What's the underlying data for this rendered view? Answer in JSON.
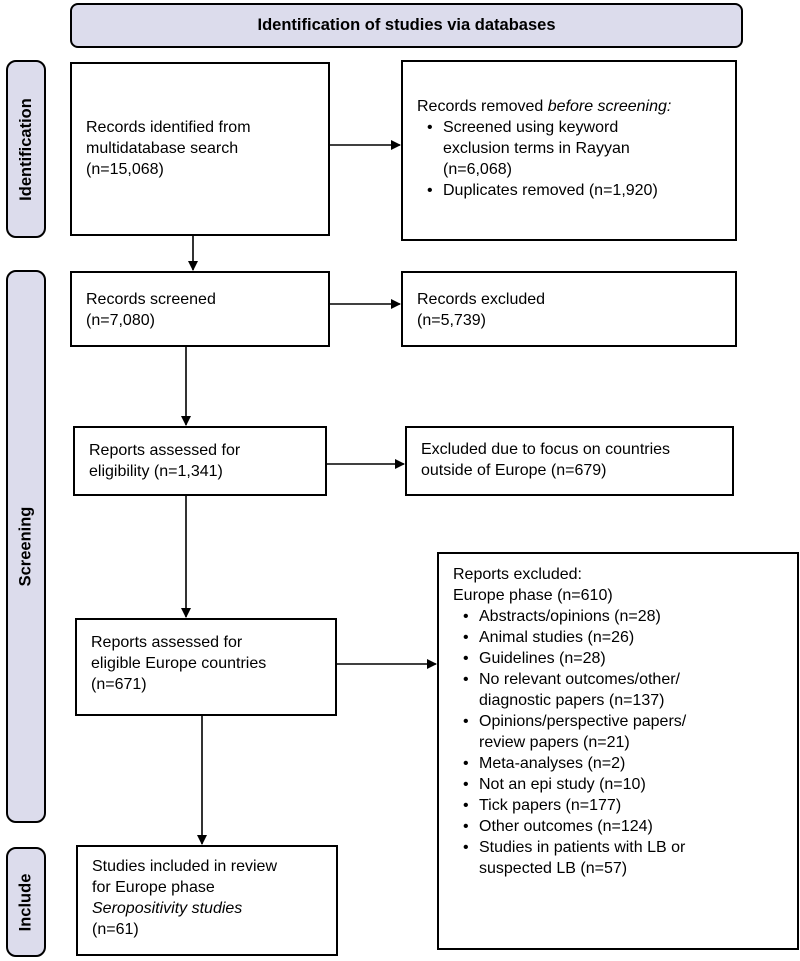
{
  "header": {
    "title": "Identification of studies via databases"
  },
  "phases": {
    "identification": "Identification",
    "screening": "Screening",
    "include": "Include"
  },
  "identified": {
    "line1": "Records identified from",
    "line2": "multidatabase search",
    "line3": "(n=15,068)"
  },
  "removed": {
    "title_prefix": "Records removed ",
    "title_emph": "before screening:",
    "items": [
      {
        "line1": "Screened using keyword",
        "line2": "exclusion terms in Rayyan",
        "line3": "(n=6,068)"
      },
      {
        "line1": "Duplicates removed (n=1,920)"
      }
    ]
  },
  "screened": {
    "line1": "Records screened",
    "line2": "(n=7,080)"
  },
  "excluded": {
    "line1": "Records excluded",
    "line2": "(n=5,739)"
  },
  "assessed": {
    "line1": "Reports assessed for",
    "line2": "eligibility (n=1,341)"
  },
  "excluded_countries": {
    "line1": "Excluded due to focus on countries",
    "line2": "outside of Europe (n=679)"
  },
  "assessed_europe": {
    "line1": "Reports assessed for",
    "line2": "eligible Europe countries",
    "line3": "(n=671)"
  },
  "reports_excluded": {
    "title": "Reports excluded:",
    "subtitle": "Europe phase (n=610)",
    "items": [
      {
        "line1": "Abstracts/opinions (n=28)"
      },
      {
        "line1": "Animal studies (n=26)"
      },
      {
        "line1": "Guidelines (n=28)"
      },
      {
        "line1": "No relevant outcomes/other/",
        "line2": "diagnostic papers (n=137)"
      },
      {
        "line1": "Opinions/perspective papers/",
        "line2": "review papers (n=21)"
      },
      {
        "line1": "Meta-analyses (n=2)"
      },
      {
        "line1": "Not an epi study (n=10)"
      },
      {
        "line1": "Tick papers (n=177)"
      },
      {
        "line1": "Other outcomes (n=124)"
      },
      {
        "line1": "Studies in patients with LB or",
        "line2": "suspected LB (n=57)"
      }
    ]
  },
  "included": {
    "line1": "Studies included in review",
    "line2": "for Europe phase",
    "line3": "Seropositivity studies",
    "line4": "(n=61)"
  }
}
